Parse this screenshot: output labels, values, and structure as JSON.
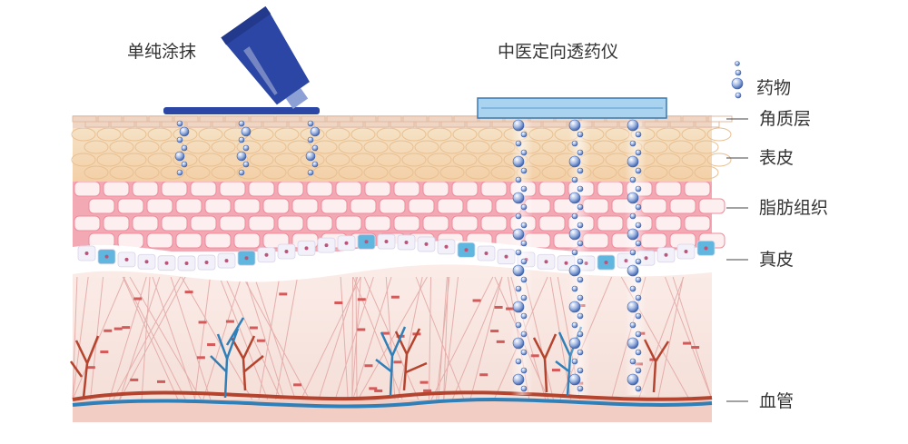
{
  "methods": {
    "topical": "单纯涂抹",
    "device": "中医定向透药仪"
  },
  "legend": {
    "drug": "药物"
  },
  "layers": [
    {
      "key": "stratum",
      "label": "角质层"
    },
    {
      "key": "epidermis",
      "label": "表皮"
    },
    {
      "key": "fat",
      "label": "脂肪组织"
    },
    {
      "key": "dermis",
      "label": "真皮"
    },
    {
      "key": "vessel",
      "label": "血管"
    }
  ],
  "colors": {
    "tube_blue": "#2b46a4",
    "device_blue": "#a9d3ef",
    "drug_dot": "#6e8fc9",
    "stratum": "#efd7c8",
    "epidermis": "#f3d9b6",
    "fat": "#f7c8cf",
    "dermis": "#f7e6e1",
    "blood_red": "#b23c2a",
    "blood_blue": "#2f7fb8"
  }
}
